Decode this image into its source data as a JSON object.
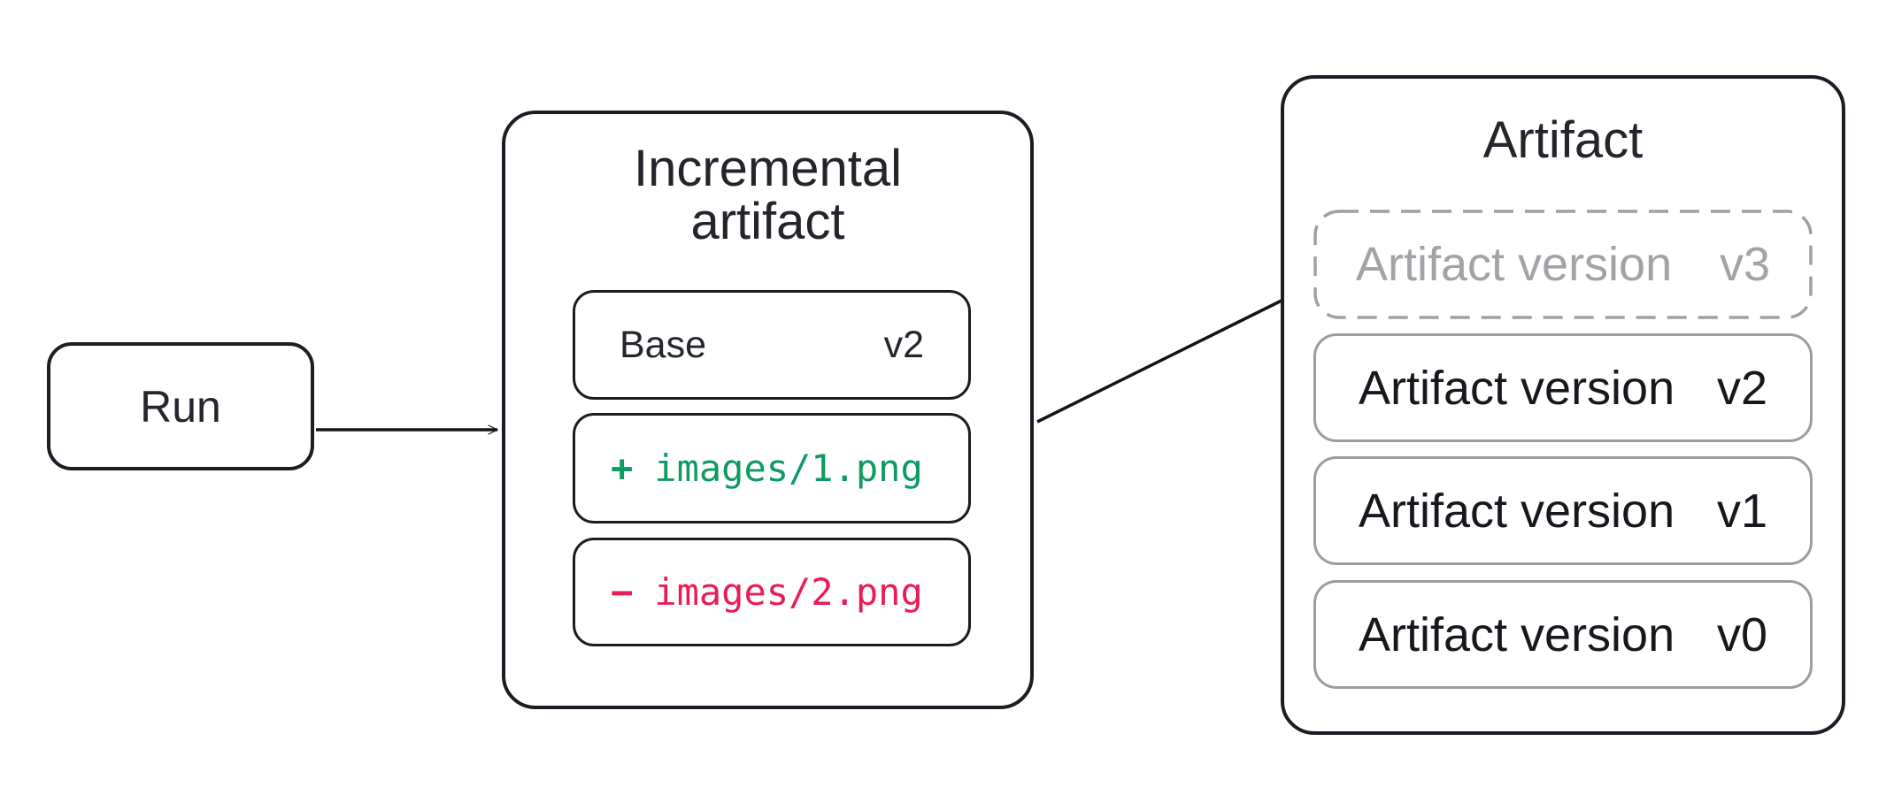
{
  "diagram": {
    "background": "#ffffff",
    "nodes": {
      "run": {
        "label": "Run"
      },
      "incremental_artifact": {
        "title_line1": "Incremental",
        "title_line2": "artifact",
        "base": {
          "label": "Base",
          "version": "v2"
        },
        "added_file": {
          "sign": "+",
          "path": "images/1.png"
        },
        "removed_file": {
          "sign": "−",
          "path": "images/2.png"
        }
      },
      "artifact": {
        "title": "Artifact",
        "pending_version": {
          "label": "Artifact version",
          "version": "v3",
          "style": "dashed-pending"
        },
        "versions": [
          {
            "label": "Artifact version",
            "version": "v2"
          },
          {
            "label": "Artifact version",
            "version": "v1"
          },
          {
            "label": "Artifact version",
            "version": "v0"
          }
        ]
      }
    },
    "edges": [
      {
        "from": "run",
        "to": "incremental_artifact"
      },
      {
        "from": "incremental_artifact",
        "to": "artifact.pending_version"
      }
    ],
    "colors": {
      "added_green": "#0e9a61",
      "removed_red": "#e91c55",
      "line_dark": "#1a1d24",
      "border_gray": "#9b9da1",
      "muted_text_gray": "#a1a3a7",
      "text_dark": "#16181d"
    }
  }
}
